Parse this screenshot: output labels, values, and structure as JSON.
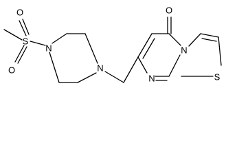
{
  "molecule": {
    "atoms": {
      "me": "",
      "s1": "S",
      "o1a": "O",
      "o1b": "O",
      "n_pip1": "N",
      "n_pip2": "N",
      "o_carbonyl": "O",
      "n_bridge": "N",
      "n_ring": "N",
      "s_ring": "S"
    }
  }
}
